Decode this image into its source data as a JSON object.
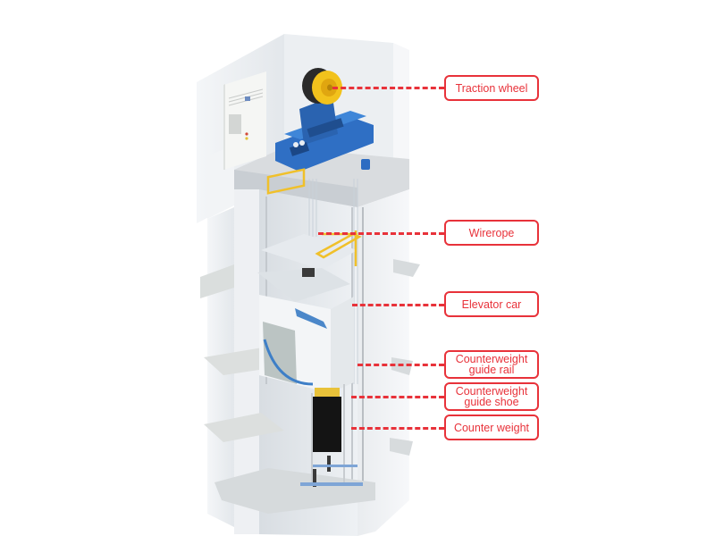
{
  "diagram": {
    "subject": "Traction elevator shaft cutaway",
    "accent_color": "#e8323a",
    "labels": [
      {
        "id": "traction-wheel",
        "lines": [
          "Traction wheel"
        ]
      },
      {
        "id": "wirerope",
        "lines": [
          "Wirerope"
        ]
      },
      {
        "id": "elevator-car",
        "lines": [
          "Elevator car"
        ]
      },
      {
        "id": "counterweight-guide-rail",
        "lines": [
          "Counterweight",
          "guide rail"
        ]
      },
      {
        "id": "counterweight-guide-shoe",
        "lines": [
          "Counterweight",
          "guide shoe"
        ]
      },
      {
        "id": "counter-weight",
        "lines": [
          "Counter weight"
        ]
      }
    ]
  }
}
